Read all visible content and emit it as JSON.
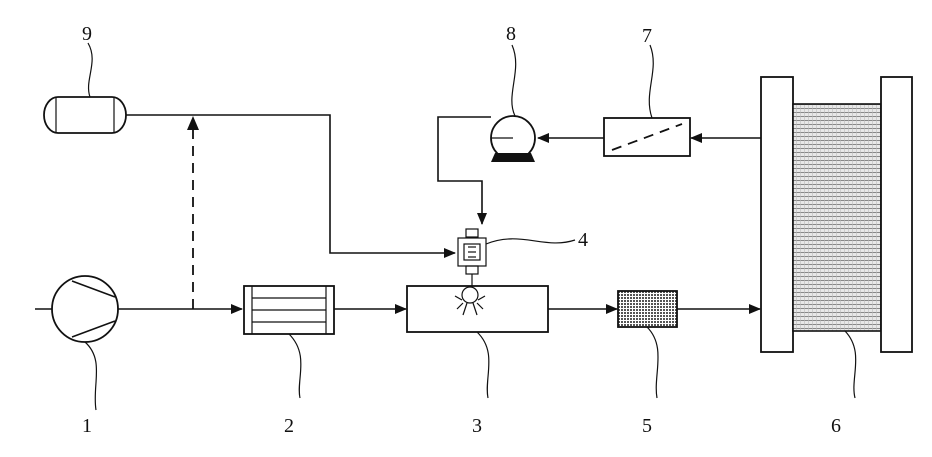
{
  "labels": {
    "compressor": "1",
    "heat_exchanger": "2",
    "mixing_chamber": "3",
    "injector": "4",
    "filter": "5",
    "fuel_cell_stack": "6",
    "separator": "7",
    "pump": "8",
    "tank": "9"
  }
}
